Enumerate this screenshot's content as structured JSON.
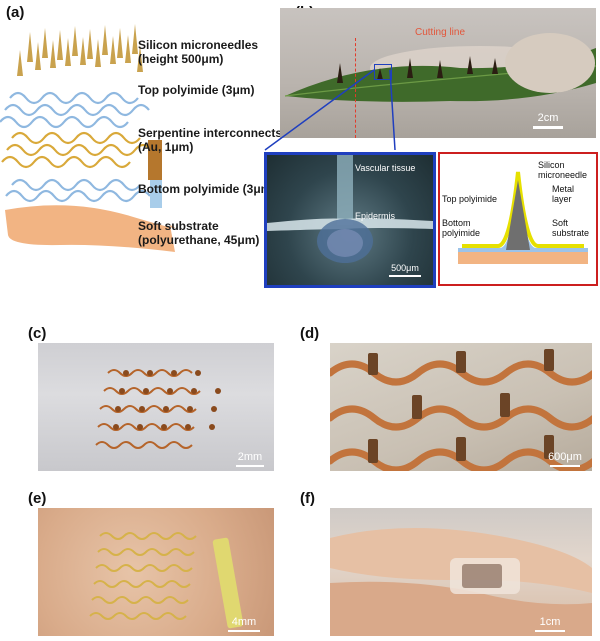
{
  "panels": {
    "a": {
      "label": "(a)",
      "layers": [
        {
          "line1": "Silicon microneedles",
          "line2": "(height 500μm)"
        },
        {
          "line1": "Top polyimide (3μm)",
          "line2": ""
        },
        {
          "line1": "Serpentine interconnects",
          "line2": "(Au, 1μm)"
        },
        {
          "line1": "Bottom polyimide (3μm)",
          "line2": ""
        },
        {
          "line1": "Soft substrate",
          "line2": "(polyurethane, 45μm)"
        }
      ]
    },
    "b": {
      "label": "(b)",
      "cutting_line": "Cutting line",
      "scale_main": "2cm",
      "inset": {
        "vascular": "Vascular tissue",
        "epidermis": "Epidermis",
        "scale": "500μm"
      },
      "schematic": {
        "silicon": "Silicon",
        "microneedle": "microneedle",
        "metal": "Metal",
        "layer": "layer",
        "top_polyimide": "Top polyimide",
        "bottom": "Bottom",
        "polyimide": "polyimide",
        "soft": "Soft",
        "substrate": "substrate"
      }
    },
    "c": {
      "label": "(c)",
      "scale": "2mm"
    },
    "d": {
      "label": "(d)",
      "scale": "600μm"
    },
    "e": {
      "label": "(e)",
      "scale": "4mm"
    },
    "f": {
      "label": "(f)",
      "scale": "1cm"
    }
  },
  "colors": {
    "inset_border_blue": "#1f3fbf",
    "inset_border_red": "#cc1f1f",
    "copper": "#b5642a",
    "substrate": "#f2b483",
    "polyimide_blue": "#9cc3e8",
    "gold": "#d9a93a",
    "leaf": "#3f6a2a"
  }
}
